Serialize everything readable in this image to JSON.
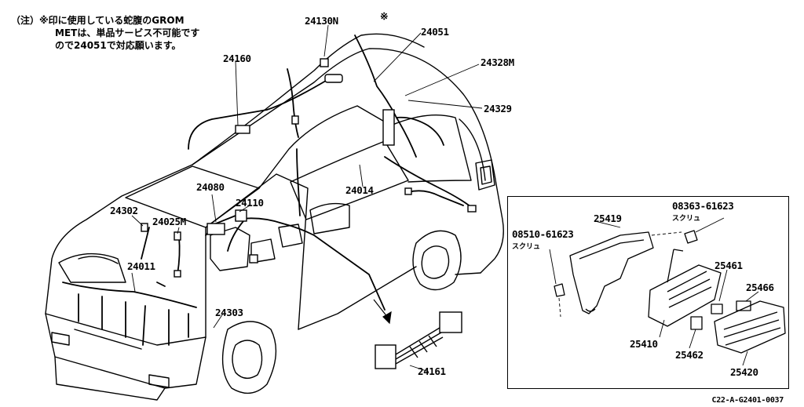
{
  "note": {
    "line1": "（注）※印に使用している蛇腹のGROM",
    "line2": "METは、単品サービス不可能です",
    "line3": "ので24051で対応願います。"
  },
  "labels": {
    "p24130N": "24130N",
    "star": "※",
    "p24051": "24051",
    "p24160": "24160",
    "p24328M": "24328M",
    "p24329": "24329",
    "p24014": "24014",
    "p24080": "24080",
    "p24110": "24110",
    "p24302": "24302",
    "p24025M": "24025M",
    "p24011": "24011",
    "p24303": "24303",
    "p24161": "24161"
  },
  "inset": {
    "p25419": "25419",
    "p08363": "08363-61623",
    "screw1": "スクリュ",
    "p08510": "08510-61623",
    "screw2": "スクリュ",
    "p25461": "25461",
    "p25466": "25466",
    "p25410": "25410",
    "p25462": "25462",
    "p25420": "25420"
  },
  "drawing_code": "C22-A-G2401-0037"
}
